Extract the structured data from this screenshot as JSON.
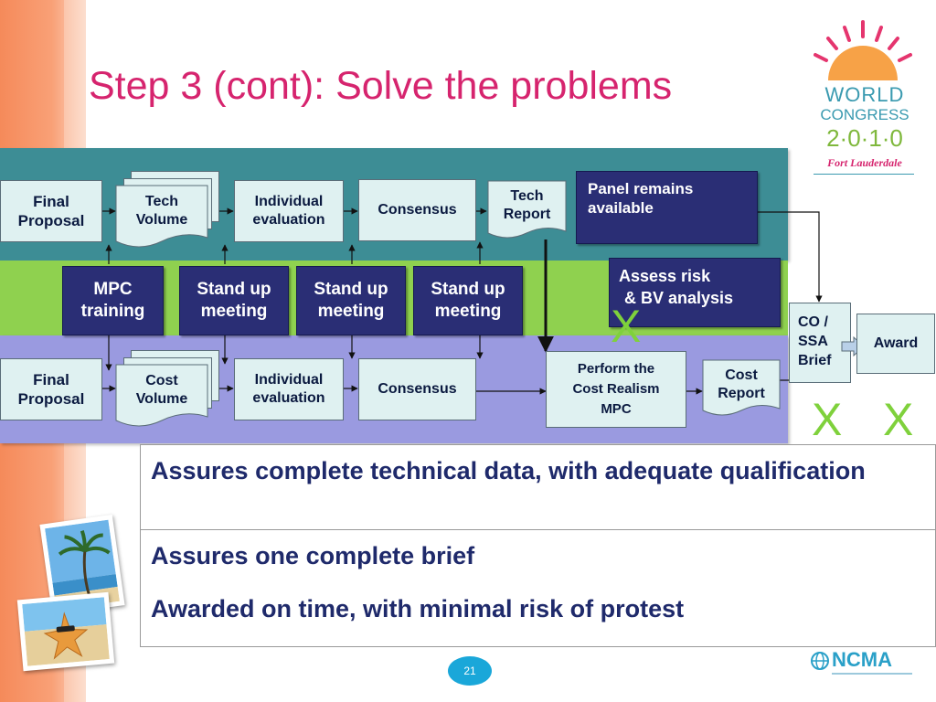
{
  "title": "Step 3 (cont): Solve the problems",
  "logo": {
    "line1": "WORLD",
    "line2": "CONGRESS",
    "line3": "2·0·1·0",
    "line4": "Fort Lauderdale"
  },
  "diagram": {
    "tech_row": {
      "final_proposal": [
        "Final",
        "Proposal"
      ],
      "volume": [
        "Tech",
        "Volume"
      ],
      "individual_evaluation": [
        "Individual",
        "evaluation"
      ],
      "consensus": "Consensus",
      "report": [
        "Tech",
        "Report"
      ],
      "panel": [
        "Panel remains",
        "available"
      ]
    },
    "middle_row": {
      "mpc_training": [
        "MPC",
        "training"
      ],
      "stand_up_1": [
        "Stand up",
        "meeting"
      ],
      "stand_up_2": [
        "Stand up",
        "meeting"
      ],
      "stand_up_3": [
        "Stand up",
        "meeting"
      ],
      "assess_risk": [
        "Assess risk",
        "& BV analysis"
      ]
    },
    "cost_row": {
      "final_proposal": [
        "Final",
        "Proposal"
      ],
      "volume": [
        "Cost",
        "Volume"
      ],
      "individual_evaluation": [
        "Individual",
        "evaluation"
      ],
      "consensus": "Consensus",
      "cost_realism": [
        "Perform the",
        "Cost Realism",
        "MPC"
      ],
      "report": [
        "Cost",
        "Report"
      ]
    },
    "co_ssa_brief": [
      "CO /",
      "SSA",
      "Brief"
    ],
    "award": "Award",
    "checkmarks": [
      "X",
      "X",
      "X"
    ]
  },
  "results": [
    "Assures complete technical data, with adequate qualification",
    "Assures one complete brief",
    "Awarded on time, with minimal risk of protest"
  ],
  "page_number": "21",
  "footer_logo": "NCMA",
  "colors": {
    "title": "#d6246e",
    "tech_band": "#3d8d95",
    "middle_band": "#8fd14f",
    "cost_band": "#9a9ae0",
    "dark_box": "#2a2e75",
    "pale_box": "#dff1f1",
    "check": "#7fd13c",
    "results_text": "#1f2a6b",
    "orange_strip": "#f58a5a"
  }
}
